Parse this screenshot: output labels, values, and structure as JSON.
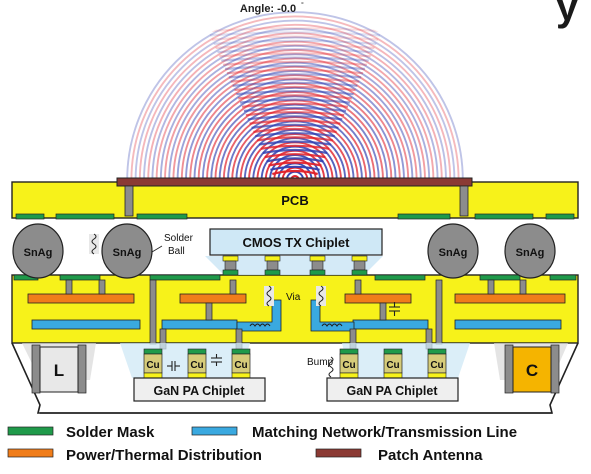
{
  "colors": {
    "solder_mask": "#1f9a4a",
    "matching_network": "#3aa9e0",
    "power_thermal": "#f07d1a",
    "patch_antenna": "#8b3a34",
    "substrate": "#f7f21a",
    "via_gray": "#8c8c8c",
    "chiplet_fill": "#cfe8f6",
    "gan_fill": "#efefef",
    "cu_fill": "#d6cc7a",
    "inductor_fill": "#e8e8e8",
    "capacitor_fill": "#f5b400",
    "beam_red": "#e0202a",
    "beam_blue": "#2f3fb0"
  },
  "angle": {
    "label": "Angle: -0.0",
    "degree_mark": "°"
  },
  "title_fragment": "y",
  "pcb": {
    "label": "PCB"
  },
  "cmos": {
    "label": "CMOS TX Chiplet"
  },
  "gan": [
    {
      "label": "GaN PA Chiplet"
    },
    {
      "label": "GaN PA Chiplet"
    }
  ],
  "solder_balls": {
    "label": "SnAg",
    "count": 4
  },
  "callouts": {
    "solder_ball": [
      "Solder",
      "Ball"
    ],
    "via": "Via",
    "bump": "Bump"
  },
  "cu_label": "Cu",
  "components": {
    "inductor": "L",
    "capacitor": "C"
  },
  "legend": [
    {
      "name": "Solder Mask",
      "color_key": "solder_mask"
    },
    {
      "name": "Matching Network/Transmission Line",
      "color_key": "matching_network"
    },
    {
      "name": "Power/Thermal Distribution",
      "color_key": "power_thermal"
    },
    {
      "name": "Patch Antenna",
      "color_key": "patch_antenna"
    }
  ]
}
